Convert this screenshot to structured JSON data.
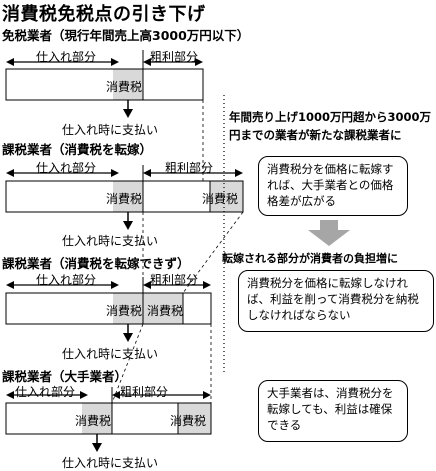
{
  "title": "消費税免税点の引き下げ",
  "sections": [
    {
      "title": "免税業者（現行年間売上高3000万円以下）",
      "purchase": "仕入れ部分",
      "margin": "粗利部分",
      "tax": "消費税",
      "tax2": "",
      "payment": "仕入れ時に支払い"
    },
    {
      "title": "課税業者（消費税を転嫁）",
      "purchase": "仕入れ部分",
      "margin": "粗利部分",
      "tax": "消費税",
      "tax2": "消費税",
      "payment": "仕入れ時に支払い"
    },
    {
      "title": "課税業者（消費税を転嫁できず）",
      "purchase": "仕入れ部分",
      "margin": "粗利部分",
      "tax": "消費税",
      "tax2": "消費税",
      "payment": "仕入れ時に支払い"
    },
    {
      "title": "課税業者（大手業者）",
      "purchase": "仕入れ部分",
      "margin": "粗利部分",
      "tax": "消費税",
      "tax2": "消費税",
      "payment": "仕入れ時に支払い"
    }
  ],
  "notes": {
    "new_taxpayers": "年間売り上げ1000万円超から3000万円までの業者が新たな課税業者に",
    "burden": "転嫁される部分が消費者の負担増に"
  },
  "boxes": {
    "gap": "消費税分を価格に転嫁すれば、大手業者との価格格差が広がる",
    "absorb": "消費税分を価格に転嫁しなければ、利益を削って消費税分を納税しなければならない",
    "large": "大手業者は、消費税分を転嫁しても、利益は確保できる"
  },
  "colors": {
    "tax_fill": "#d9d9d9",
    "arrow_fill": "#a6a6a6",
    "line": "#000000"
  }
}
